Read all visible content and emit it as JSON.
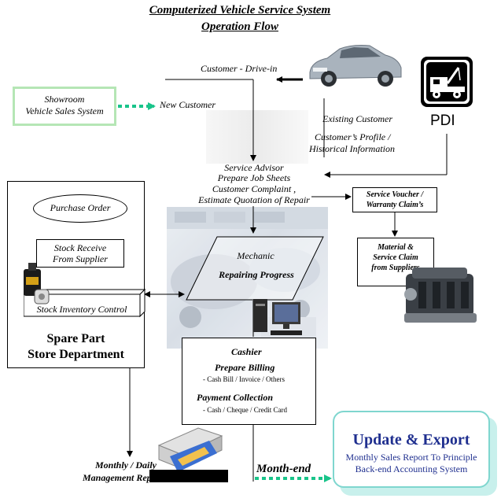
{
  "title": {
    "line1": "Computerized Vehicle Service System",
    "line2": "Operation Flow"
  },
  "nodes": {
    "customer_drive_in": "Customer - Drive-in",
    "showroom": {
      "line1": "Showroom",
      "line2": "Vehicle Sales System"
    },
    "new_customer": "New Customer",
    "existing_customer": "Existing Customer",
    "customer_profile": {
      "line1": "Customer’s Profile /",
      "line2": "Historical Information"
    },
    "pdi": "PDI",
    "service_advisor": {
      "line1": "Service Advisor",
      "line2": "Prepare Job Sheets",
      "line3": "Customer Complaint ,",
      "line4": "Estimate Quotation of Repair"
    },
    "service_voucher": {
      "line1": "Service Voucher /",
      "line2": "Warranty Claim’s"
    },
    "material_claim": {
      "line1": "Material &",
      "line2": "Service Claim",
      "line3": "from Suppliers"
    },
    "purchase_order": "Purchase Order",
    "stock_receive": {
      "line1": "Stock Receive",
      "line2": "From Supplier"
    },
    "stock_inventory": "Stock Inventory Control",
    "spare_part": {
      "line1": "Spare Part",
      "line2": "Store Department"
    },
    "mechanic": {
      "line1": "Mechanic",
      "line2": "Repairing Progress"
    },
    "cashier": {
      "title": "Cashier",
      "billing": "Prepare Billing",
      "billing_detail": "- Cash Bill / Invoice / Others",
      "payment": "Payment Collection",
      "payment_detail": "- Cash / Cheque / Credit Card"
    },
    "monthly_report": {
      "line1": "Monthly / Daily",
      "line2": "Management Rep"
    },
    "month_end": "Month-end",
    "update_export": {
      "title": "Update & Export",
      "line1": "Monthly Sales Report To Principle",
      "line2": "Back-end Accounting System"
    }
  },
  "colors": {
    "showroom_border": "#b5e6b5",
    "dotted_arrow": "#19c48a",
    "export_title": "#1f2f8f",
    "export_text": "#1f2f8f",
    "export_shadow": "#c8f0ec"
  }
}
